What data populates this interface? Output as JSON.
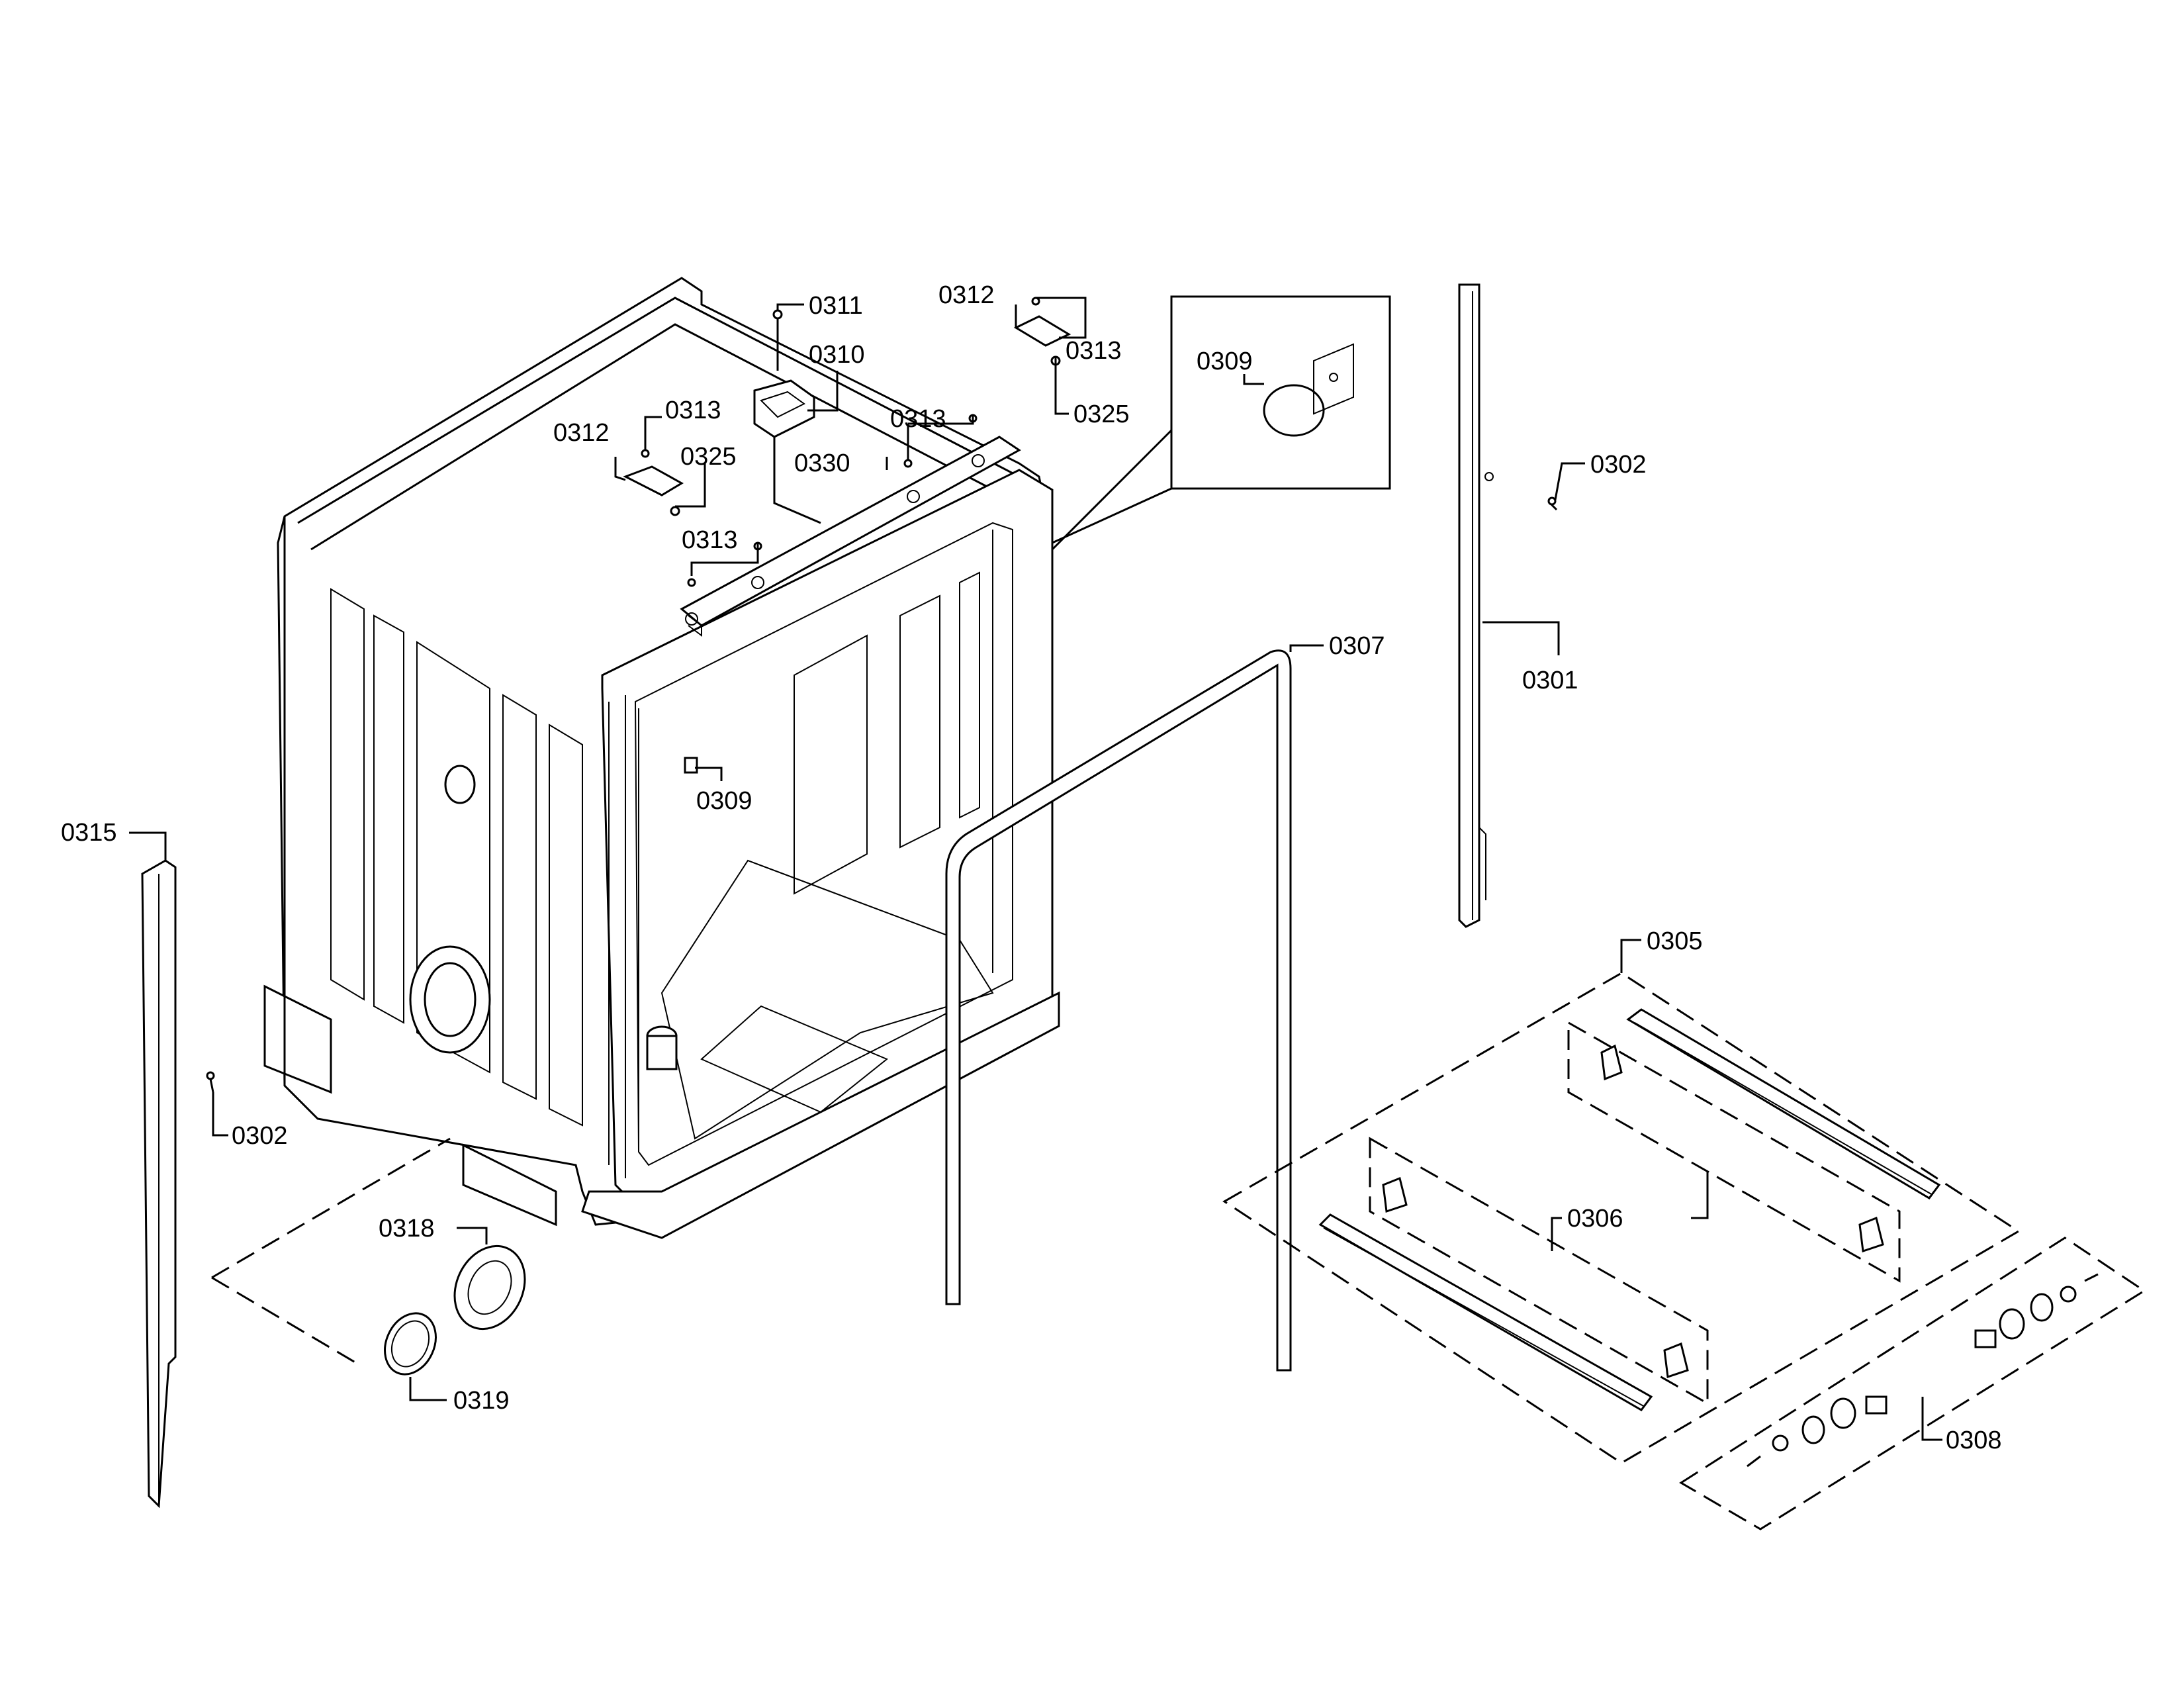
{
  "colors": {
    "line": "#000000",
    "background": "#ffffff"
  },
  "callouts": {
    "p0301": "0301",
    "p0302_right": "0302",
    "p0302_left": "0302",
    "p0305": "0305",
    "p0306": "0306",
    "p0307": "0307",
    "p0308": "0308",
    "p0309_right": "0309",
    "p0309_tub": "0309",
    "p0310": "0310",
    "p0311": "0311",
    "p0312_left": "0312",
    "p0312_right": "0312",
    "p0313_left": "0313",
    "p0313_mid": "0313",
    "p0313_lower": "0313",
    "p0313_right": "0313",
    "p0315": "0315",
    "p0318": "0318",
    "p0319": "0319",
    "p0325_left": "0325",
    "p0325_right": "0325",
    "p0330": "0330"
  }
}
